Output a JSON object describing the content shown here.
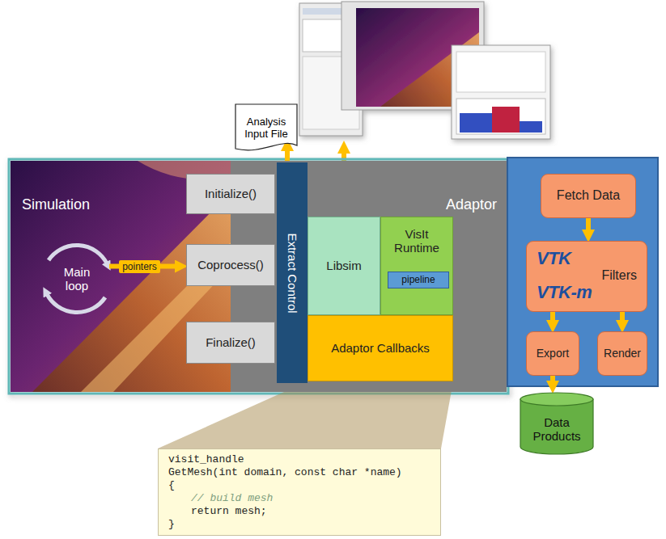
{
  "diagram": {
    "nodes": [
      {
        "text": [
          "Analysis Input File"
        ]
      },
      {
        "text": [
          "Simulation"
        ]
      },
      {
        "text": [
          "Main loop"
        ],
        "in": 1
      },
      {
        "text": [
          "Adaptor"
        ]
      },
      {
        "text": [
          "Initialize()"
        ],
        "in": 3
      },
      {
        "text": [
          "Coprocess()"
        ],
        "in": 3
      },
      {
        "text": [
          "Finalize()"
        ],
        "in": 3
      },
      {
        "text": [
          "Extract Control"
        ],
        "in": 3
      },
      {
        "text": [
          "Libsim"
        ],
        "in": 3
      },
      {
        "text": [
          "VisIt Runtime"
        ],
        "in": 3
      },
      {
        "text": [
          "pipeline"
        ],
        "in": 9
      },
      {
        "text": [
          "Adaptor Callbacks"
        ],
        "in": 3
      },
      {
        "text": [
          "Fetch Data"
        ]
      },
      {
        "text": [
          "VTK",
          "VTK-m",
          "Filters"
        ]
      },
      {
        "text": [
          "Export"
        ]
      },
      {
        "text": [
          "Render"
        ]
      },
      {
        "text": [
          "Data Products"
        ]
      },
      {
        "text": [
          "visit_handle",
          "GetMesh(int domain, const char *name)",
          "{",
          "// build mesh",
          "return mesh;",
          "}"
        ]
      }
    ],
    "edges": [
      {
        "from": 0,
        "to": 7,
        "arrow": "to"
      },
      {
        "from": 2,
        "to": 5,
        "label": "pointers",
        "arrow": "to"
      },
      {
        "from": 12,
        "to": 13,
        "arrow": "to"
      },
      {
        "from": 13,
        "to": 14,
        "arrow": "to"
      },
      {
        "from": 13,
        "to": 15,
        "arrow": "to"
      },
      {
        "from": 14,
        "to": 16,
        "arrow": "to"
      }
    ]
  }
}
